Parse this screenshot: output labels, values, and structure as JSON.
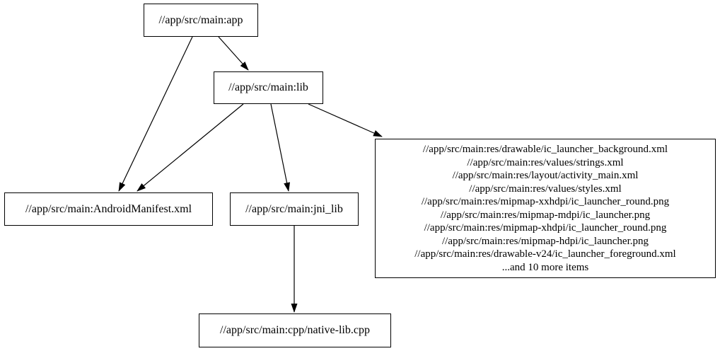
{
  "graph": {
    "type": "dependency-graph",
    "colors": {
      "background": "#ffffff",
      "node_border": "#000000",
      "node_fill": "#ffffff",
      "edge": "#000000",
      "text": "#000000"
    },
    "nodes": {
      "app": {
        "label": "//app/src/main:app"
      },
      "lib": {
        "label": "//app/src/main:lib"
      },
      "android_manifest": {
        "label": "//app/src/main:AndroidManifest.xml"
      },
      "jni_lib": {
        "label": "//app/src/main:jni_lib"
      },
      "res_group": {
        "lines": [
          "//app/src/main:res/drawable/ic_launcher_background.xml",
          "//app/src/main:res/values/strings.xml",
          "//app/src/main:res/layout/activity_main.xml",
          "//app/src/main:res/values/styles.xml",
          "//app/src/main:res/mipmap-xxhdpi/ic_launcher_round.png",
          "//app/src/main:res/mipmap-mdpi/ic_launcher.png",
          "//app/src/main:res/mipmap-xhdpi/ic_launcher_round.png",
          "//app/src/main:res/mipmap-hdpi/ic_launcher.png",
          "//app/src/main:res/drawable-v24/ic_launcher_foreground.xml",
          "...and 10 more items"
        ]
      },
      "native_lib_cpp": {
        "label": "//app/src/main:cpp/native-lib.cpp"
      }
    },
    "edges": [
      {
        "from": "app",
        "to": "android_manifest"
      },
      {
        "from": "app",
        "to": "lib"
      },
      {
        "from": "lib",
        "to": "android_manifest"
      },
      {
        "from": "lib",
        "to": "jni_lib"
      },
      {
        "from": "lib",
        "to": "res_group"
      },
      {
        "from": "jni_lib",
        "to": "native_lib_cpp"
      }
    ]
  }
}
